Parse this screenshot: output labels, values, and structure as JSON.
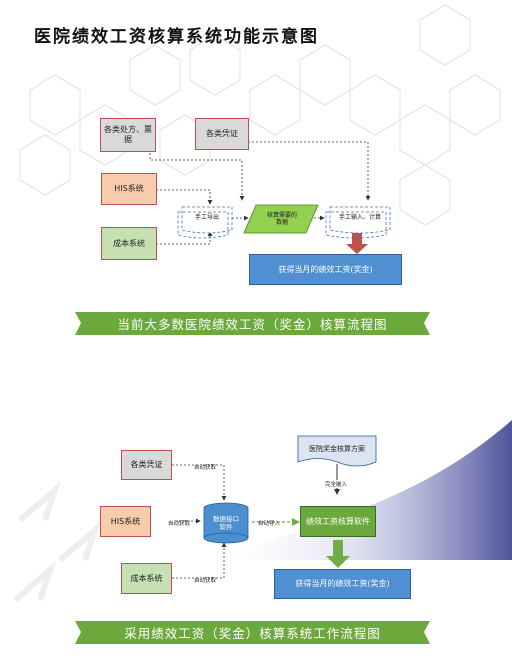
{
  "title": "医院绩效工资核算系统功能示意图",
  "colors": {
    "green_banner": "#6ca93c",
    "red_border": "#c0504d",
    "blue_box": "#4f8fd2",
    "light_green": "#c6e0b4",
    "peach": "#f8cbad",
    "grey": "#d9d9d9",
    "arrow_red": "#c0504d",
    "arrow_green": "#70ad47"
  },
  "diagram1": {
    "nodes": {
      "prescriptions": "各类处方、票据",
      "vouchers": "各类凭证",
      "his": "HIS系统",
      "cost": "成本系统",
      "manual_export": "手工导出",
      "needed_data": "核算需要的数据",
      "manual_input": "手工输入、计算",
      "result": "获得当月的绩效工资(奖金)"
    },
    "caption": "当前大多数医院绩效工资（奖金）核算流程图"
  },
  "diagram2": {
    "nodes": {
      "vouchers": "各类凭证",
      "his": "HIS系统",
      "cost": "成本系统",
      "interface": "数据接口软件",
      "scheme": "医院奖金核算方案",
      "software": "绩效工资核算软件",
      "result": "获得当月的绩效工资(奖金)"
    },
    "edge_labels": {
      "auto_fetch_1": "自动获取",
      "auto_fetch_2": "自动获取",
      "auto_fetch_3": "自动获取",
      "auto_import": "自动导入",
      "full_entry": "完全嵌入"
    },
    "caption": "采用绩效工资（奖金）核算系统工作流程图"
  }
}
